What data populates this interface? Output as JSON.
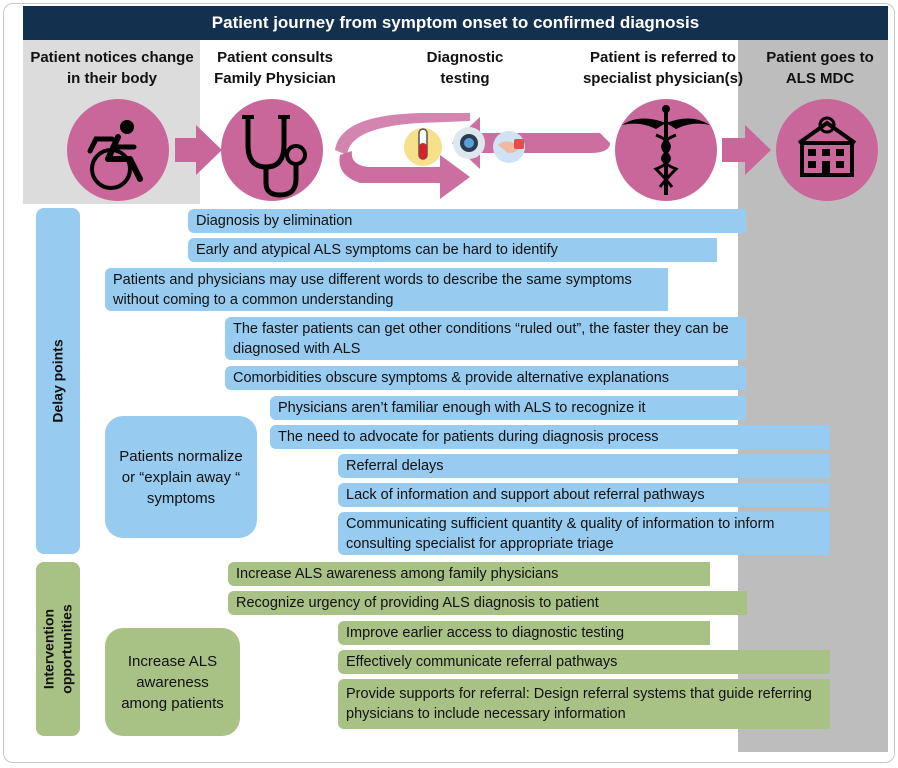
{
  "title": "Patient journey from symptom onset to confirmed diagnosis",
  "stages": [
    {
      "label": "Patient notices change in their body",
      "icon": "wheelchair-icon"
    },
    {
      "label": "Patient consults Family Physician",
      "icon": "stethoscope-icon"
    },
    {
      "label": "Diagnostic testing",
      "icon": "diagnostic-testing-icon"
    },
    {
      "label": "Patient is referred to specialist physician(s)",
      "icon": "caduceus-icon"
    },
    {
      "label": "Patient goes to ALS MDC",
      "icon": "hospital-icon"
    }
  ],
  "sections": {
    "delay": "Delay points",
    "intervention": "Intervention opportunities"
  },
  "delay_bubble": "Patients normalize or “explain away “ symptoms",
  "intervention_bubble": "Increase ALS awareness among patients",
  "delay_points": [
    "Diagnosis by elimination",
    "Early and atypical ALS symptoms can be hard to identify",
    "Patients and physicians may use different words to describe the same symptoms without coming to a common understanding",
    "The faster patients can get other conditions “ruled out”, the faster they can be diagnosed with ALS",
    "Comorbidities obscure symptoms & provide alternative explanations",
    "Physicians aren’t familiar enough with ALS to recognize it",
    "The need to advocate for patients during diagnosis process",
    "Referral delays",
    "Lack of information and support about referral pathways",
    "Communicating sufficient quantity & quality of information to inform consulting specialist for appropriate triage"
  ],
  "interventions": [
    "Increase ALS awareness among family physicians",
    "Recognize urgency of providing ALS diagnosis to patient",
    "Improve earlier access to diagnostic testing",
    "Effectively communicate referral pathways",
    "Provide supports for referral: Design referral systems that guide referring physicians to include necessary information"
  ],
  "colors": {
    "title_bg": "#14304f",
    "circle": "#c9679b",
    "delay_bar": "#97cbef",
    "intervention_bar": "#a8c185"
  }
}
